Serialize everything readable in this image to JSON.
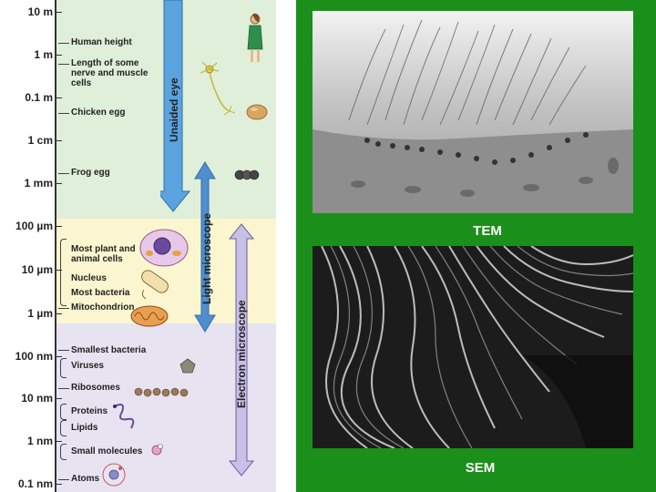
{
  "scale": {
    "measure_labels": [
      "10 m",
      "1 m",
      "0.1 m",
      "1 cm",
      "1 mm",
      "100 µm",
      "10  µm",
      "1  µm",
      "100 nm",
      "10 nm",
      "1 nm",
      "0.1 nm"
    ],
    "object_labels": {
      "human_height": "Human height",
      "nerve_cells": "Length of some nerve and muscle cells",
      "chicken_egg": "Chicken egg",
      "frog_egg": "Frog egg",
      "plant_animal_cells": "Most plant and animal cells",
      "nucleus": "Nucleus",
      "most_bacteria": "Most bacteria",
      "mitochondrion": "Mitochondrion",
      "smallest_bacteria": "Smallest bacteria",
      "viruses": "Viruses",
      "ribosomes": "Ribosomes",
      "proteins": "Proteins",
      "lipids": "Lipids",
      "small_molecules": "Small molecules",
      "atoms": "Atoms"
    },
    "ranges": {
      "unaided_eye": "Unaided eye",
      "light_microscope": "Light microscope",
      "electron_microscope": "Electron microscope"
    }
  },
  "micrographs": {
    "tem_label": "TEM",
    "sem_label": "SEM"
  },
  "colors": {
    "green_background": "#1a8f1a",
    "unaided_eye_arrow": "#5aa3df",
    "light_microscope_arrow": "#4f8fd0",
    "electron_microscope_arrow": "#c8c0e6"
  }
}
